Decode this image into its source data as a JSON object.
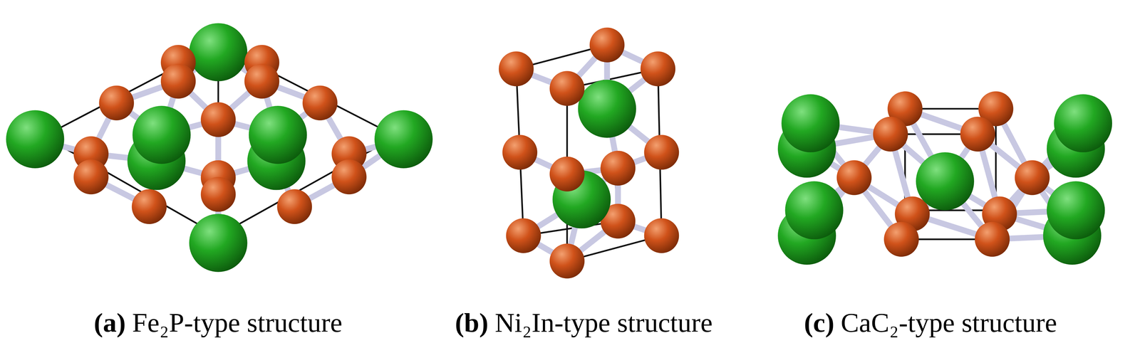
{
  "diagram": {
    "labels": [
      "(a)",
      "Fe₂P-type structure",
      "(b)",
      "Ni₂In-type structure",
      "(c)",
      "CaC₂-type structure"
    ]
  }
}
